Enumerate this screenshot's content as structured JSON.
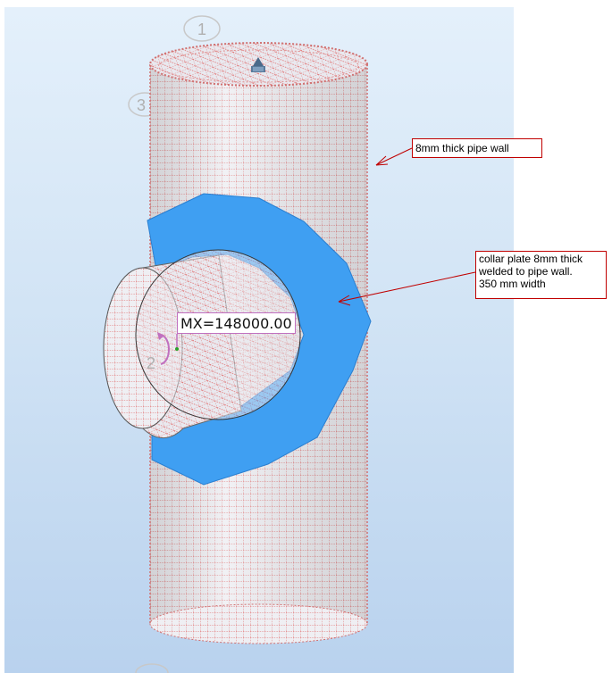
{
  "model_view": {
    "background_top": "#e4f0fb",
    "background_bottom": "#b9d2ee",
    "mesh_color": "#e06a6a",
    "collar_color": "#3f9ff2",
    "grid_labels": [
      "1",
      "3",
      "2"
    ]
  },
  "annotations": {
    "pipe_wall": "8mm thick pipe wall",
    "collar_plate": "collar plate 8mm thick\nwelded to pipe wall.\n350 mm width"
  },
  "load": {
    "label": "MX=148000.00",
    "color": "#c070c0"
  },
  "icons": {
    "support": "support-icon",
    "moment": "moment-arrow-icon"
  }
}
